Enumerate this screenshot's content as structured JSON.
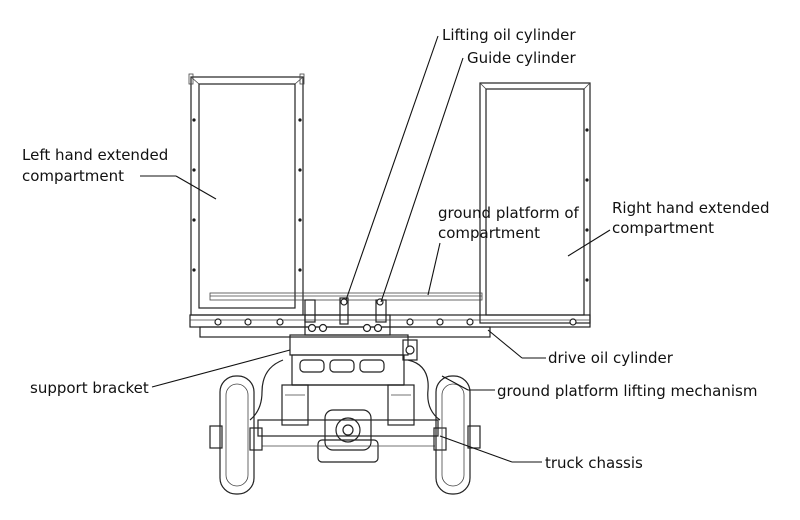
{
  "labels": {
    "lifting_oil_cylinder": "Lifting oil cylinder",
    "guide_cylinder": "Guide cylinder",
    "left_compartment_line1": "Left hand extended",
    "left_compartment_line2": "compartment",
    "ground_platform_line1": "ground platform of",
    "ground_platform_line2": "compartment",
    "right_compartment_line1": "Right hand extended",
    "right_compartment_line2": "compartment",
    "drive_oil_cylinder": "drive oil cylinder",
    "support_bracket": "support bracket",
    "lifting_mechanism": "ground platform lifting mechanism",
    "truck_chassis": "truck chassis"
  }
}
